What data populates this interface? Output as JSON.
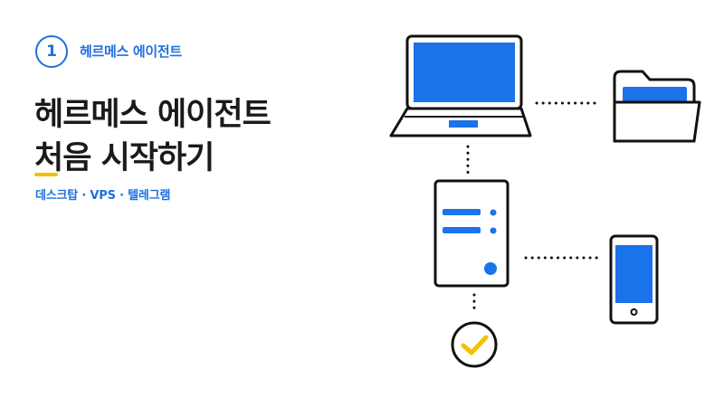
{
  "step": {
    "number": "1",
    "label": "헤르메스 에이전트"
  },
  "title": {
    "line1": "헤르메스 에이전트",
    "line2": "처음 시작하기"
  },
  "subtitle": "데스크탑 · VPS · 텔레그램",
  "colors": {
    "accent": "#1f6fe0",
    "screen": "#1a73e8",
    "highlight": "#f5c000",
    "outline": "#111111"
  },
  "diagram": {
    "nodes": [
      {
        "id": "laptop",
        "icon": "laptop-icon"
      },
      {
        "id": "folder",
        "icon": "folder-icon"
      },
      {
        "id": "server",
        "icon": "server-icon"
      },
      {
        "id": "phone",
        "icon": "smartphone-icon"
      },
      {
        "id": "check",
        "icon": "check-circle-icon"
      }
    ],
    "links": [
      {
        "from": "laptop",
        "to": "folder"
      },
      {
        "from": "laptop",
        "to": "server"
      },
      {
        "from": "server",
        "to": "phone"
      },
      {
        "from": "server",
        "to": "check"
      }
    ]
  }
}
